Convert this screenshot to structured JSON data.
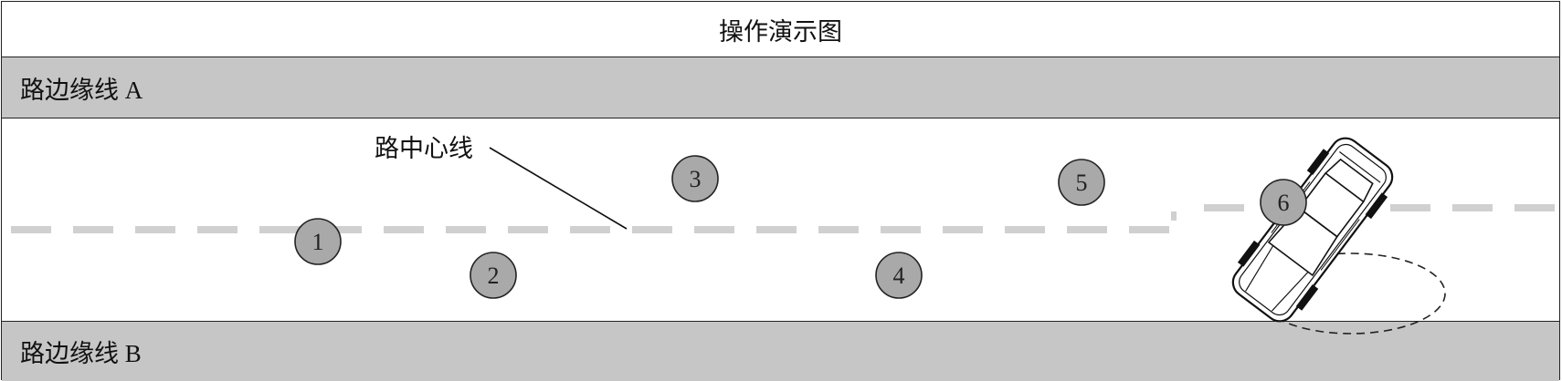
{
  "diagram": {
    "title": "操作演示图",
    "edge_a_label": "路边缘线 A",
    "edge_b_label": "路边缘线 B",
    "centerline_label": "路中心线",
    "markers": [
      "1",
      "2",
      "3",
      "4",
      "5",
      "6"
    ],
    "colors": {
      "edge_fill": "#c6c6c6",
      "dash": "#d0d0d0",
      "marker_fill": "#a9a9a9",
      "stroke": "#222222"
    },
    "icons": [
      "car-icon"
    ]
  }
}
